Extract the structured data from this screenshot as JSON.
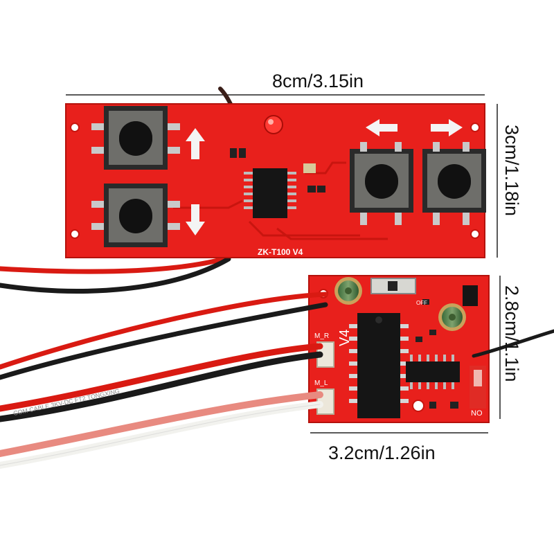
{
  "dimensions": {
    "remote_width": "8cm/3.15in",
    "remote_height": "3cm/1.18in",
    "receiver_height": "2.8cm/1.1in",
    "receiver_width": "3.2cm/1.26in"
  },
  "remote_board": {
    "model": "ZK-T100  V4"
  },
  "receiver_board": {
    "version": "V4",
    "label_m_r": "M_R",
    "label_m_l": "M_L",
    "label_off": "OFF",
    "label_on": "NO",
    "cable_print": "COM CABLE 3KV-DC FT2 TONGXING"
  },
  "colors": {
    "pcb_red": "#e8201c",
    "pcb_dark_red": "#c8150f",
    "wire_red": "#d91a12",
    "wire_black": "#1a1a1a",
    "wire_white": "#f2f2ee",
    "wire_pink": "#e88a80"
  }
}
